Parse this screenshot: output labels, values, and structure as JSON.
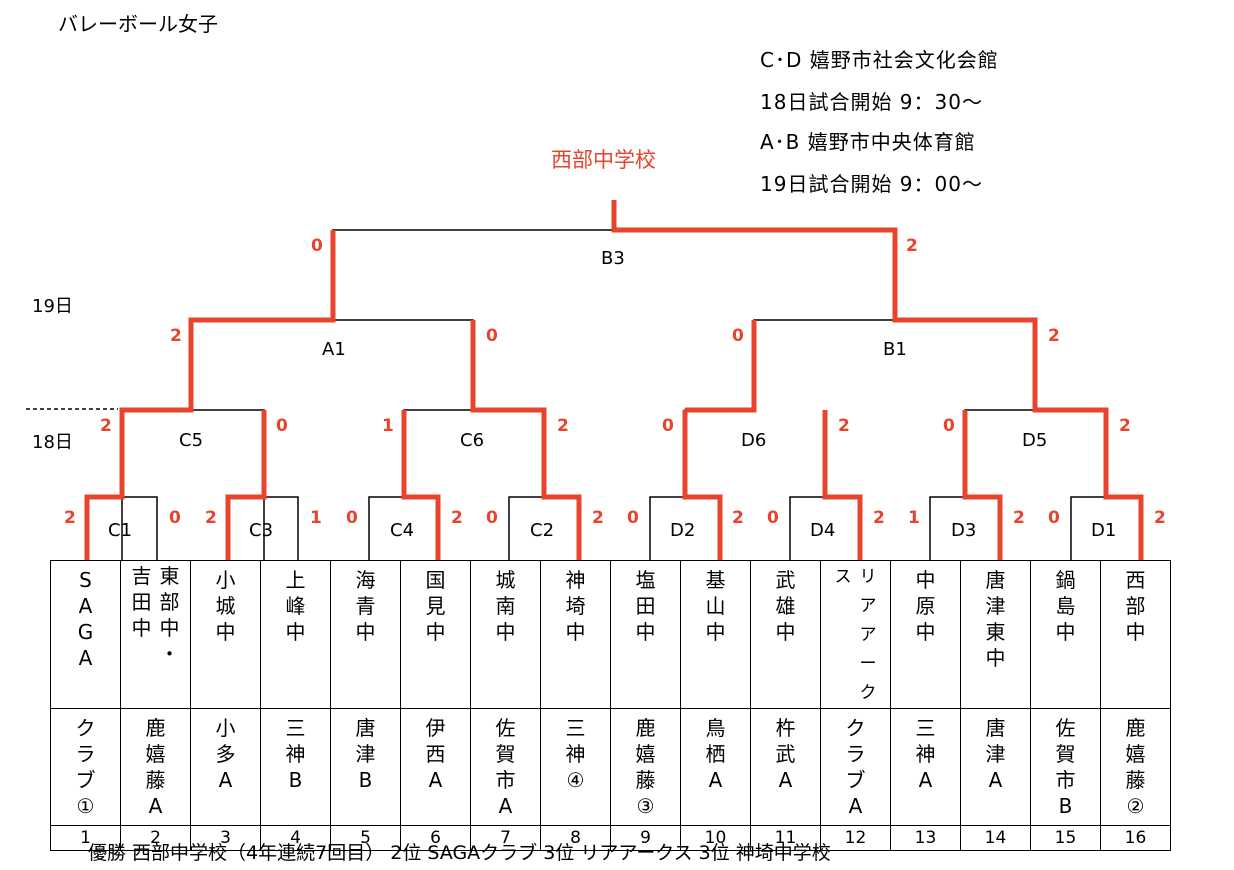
{
  "title": "バレーボール女子",
  "venue_info": [
    "C･D  嬉野市社会文化会館",
    "18日試合開始  9：30～",
    "A･B  嬉野市中央体育館",
    "19日試合開始  9：00～"
  ],
  "champion_label": "西部中学校",
  "days": {
    "day19": "19日",
    "day18": "18日"
  },
  "matches": {
    "B3": "B3",
    "A1": "A1",
    "B1": "B1",
    "C5": "C5",
    "C6": "C6",
    "D6": "D6",
    "D5": "D5",
    "C1": "C1",
    "C3": "C3",
    "C4": "C4",
    "C2": "C2",
    "D2": "D2",
    "D4": "D4",
    "D3": "D3",
    "D1": "D1"
  },
  "scores": {
    "B3_l": "0",
    "B3_r": "2",
    "A1_l": "2",
    "A1_r": "0",
    "B1_l": "0",
    "B1_r": "2",
    "C5_l": "2",
    "C5_r": "0",
    "C6_l": "1",
    "C6_r": "2",
    "D6_l": "0",
    "D6_r": "2",
    "D5_l": "0",
    "D5_r": "2",
    "C1_l": "2",
    "C1_r": "0",
    "C3_l": "2",
    "C3_r": "1",
    "C4_l": "0",
    "C4_r": "2",
    "C2_l": "0",
    "C2_r": "2",
    "D2_l": "0",
    "D2_r": "2",
    "D4_l": "0",
    "D4_r": "2",
    "D3_l": "1",
    "D3_r": "2",
    "D1_l": "0",
    "D1_r": "2"
  },
  "teams": [
    {
      "no": "1",
      "school": [
        "S",
        "A",
        "G",
        "A"
      ],
      "region": [
        "ク",
        "ラ",
        "ブ",
        "①"
      ]
    },
    {
      "no": "2",
      "school_cols": [
        [
          "吉",
          "田",
          "中"
        ],
        [
          "東",
          "部",
          "中",
          "・"
        ]
      ],
      "region": [
        "鹿",
        "嬉",
        "藤",
        "A"
      ]
    },
    {
      "no": "3",
      "school": [
        "小",
        "城",
        "中"
      ],
      "region": [
        "小",
        "多",
        "A"
      ]
    },
    {
      "no": "4",
      "school": [
        "上",
        "峰",
        "中"
      ],
      "region": [
        "三",
        "神",
        "B"
      ]
    },
    {
      "no": "5",
      "school": [
        "海",
        "青",
        "中"
      ],
      "region": [
        "唐",
        "津",
        "B"
      ]
    },
    {
      "no": "6",
      "school": [
        "国",
        "見",
        "中"
      ],
      "region": [
        "伊",
        "西",
        "A"
      ]
    },
    {
      "no": "7",
      "school": [
        "城",
        "南",
        "中"
      ],
      "region": [
        "佐",
        "賀",
        "市",
        "A"
      ]
    },
    {
      "no": "8",
      "school": [
        "神",
        "埼",
        "中"
      ],
      "region": [
        "三",
        "神",
        "④"
      ]
    },
    {
      "no": "9",
      "school": [
        "塩",
        "田",
        "中"
      ],
      "region": [
        "鹿",
        "嬉",
        "藤",
        "③"
      ]
    },
    {
      "no": "10",
      "school": [
        "基",
        "山",
        "中"
      ],
      "region": [
        "鳥",
        "栖",
        "A"
      ]
    },
    {
      "no": "11",
      "school": [
        "武",
        "雄",
        "中"
      ],
      "region": [
        "杵",
        "武",
        "A"
      ]
    },
    {
      "no": "12",
      "school_cols": [
        [
          "ス"
        ],
        [
          "リ",
          "ア",
          "ア",
          "ー",
          "ク"
        ]
      ],
      "region": [
        "ク",
        "ラ",
        "ブ",
        "A"
      ]
    },
    {
      "no": "13",
      "school": [
        "中",
        "原",
        "中"
      ],
      "region": [
        "三",
        "神",
        "A"
      ]
    },
    {
      "no": "14",
      "school": [
        "唐",
        "津",
        "東",
        "中"
      ],
      "region": [
        "唐",
        "津",
        "A"
      ]
    },
    {
      "no": "15",
      "school": [
        "鍋",
        "島",
        "中"
      ],
      "region": [
        "佐",
        "賀",
        "市",
        "B"
      ]
    },
    {
      "no": "16",
      "school": [
        "西",
        "部",
        "中"
      ],
      "region": [
        "鹿",
        "嬉",
        "藤",
        "②"
      ]
    }
  ],
  "footer": "優勝  西部中学校（4年連続7回目）    2位  SAGAクラブ    3位  リアアークス    3位  神埼中学校",
  "colors": {
    "win_line": "#e8432d",
    "lose_line": "#000000"
  }
}
